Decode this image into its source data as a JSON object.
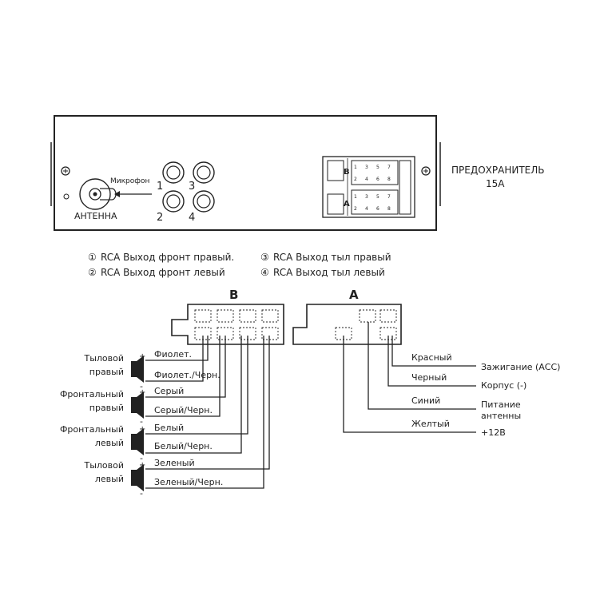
{
  "panel": {
    "mic_label": "Микрофон",
    "antenna_label": "АНТЕННА",
    "rca_numbers": [
      "1",
      "2",
      "3",
      "4"
    ],
    "connector_b_letter": "B",
    "connector_a_letter": "A",
    "pin_numbers_top": [
      "1",
      "3",
      "5",
      "7",
      "2",
      "4",
      "6",
      "8"
    ],
    "pin_numbers_bottom": [
      "1",
      "3",
      "5",
      "7",
      "2",
      "4",
      "6",
      "8"
    ]
  },
  "fuse": {
    "title": "ПРЕДОХРАНИТЕЛЬ",
    "value": "15А"
  },
  "legend": [
    {
      "mark": "①",
      "text": "RCA Выход фронт правый."
    },
    {
      "mark": "③",
      "text": "RCA Выход тыл правый"
    },
    {
      "mark": "②",
      "text": "RCA Выход фронт левый"
    },
    {
      "mark": "④",
      "text": "RCA Выход тыл левый"
    }
  ],
  "connectors": {
    "b_label": "B",
    "a_label": "A"
  },
  "speakers": [
    {
      "name_line1": "Тыловой",
      "name_line2": "правый",
      "wire_plus": "Фиолет.",
      "wire_minus": "Фиолет./Черн."
    },
    {
      "name_line1": "Фронтальный",
      "name_line2": "правый",
      "wire_plus": "Серый",
      "wire_minus": "Серый/Черн."
    },
    {
      "name_line1": "Фронтальный",
      "name_line2": "левый",
      "wire_plus": "Белый",
      "wire_minus": "Белый/Черн."
    },
    {
      "name_line1": "Тыловой",
      "name_line2": "левый",
      "wire_plus": "Зеленый",
      "wire_minus": "Зеленый/Черн."
    }
  ],
  "polarity": {
    "plus": "+",
    "minus": "-"
  },
  "power_wires": [
    {
      "color": "Красный",
      "function": "Зажигание (АСС)"
    },
    {
      "color": "Черный",
      "function": "Корпус (-)"
    },
    {
      "color": "Синий",
      "function_line1": "Питание",
      "function_line2": "антенны"
    },
    {
      "color": "Желтый",
      "function": "+12В"
    }
  ]
}
